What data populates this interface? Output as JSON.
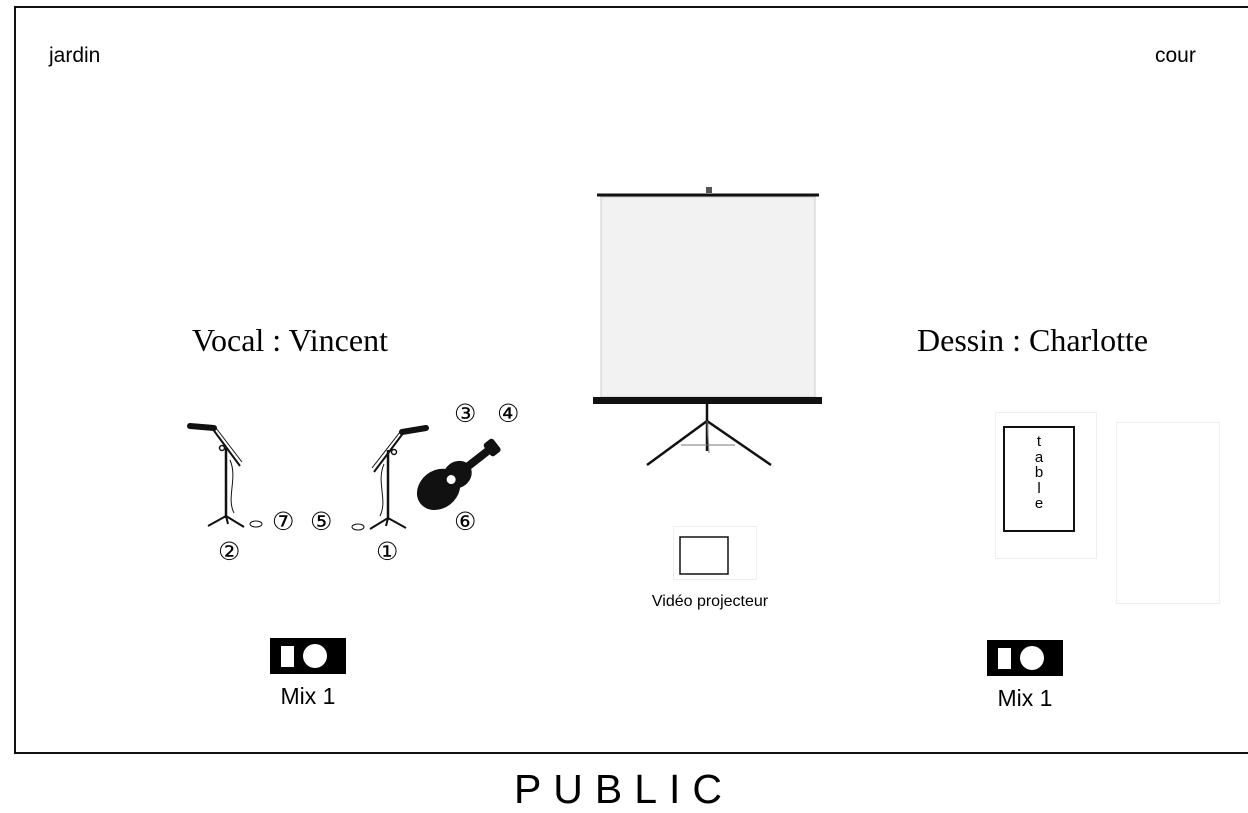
{
  "stage": {
    "left_label": "jardin",
    "right_label": "cour"
  },
  "performers": {
    "vocal": "Vocal : Vincent",
    "drawing": "Dessin : Charlotte"
  },
  "inputs": {
    "n1": "①",
    "n2": "②",
    "n3": "③",
    "n4": "④",
    "n5": "⑤",
    "n6": "⑥",
    "n7": "⑦"
  },
  "table": {
    "letters": [
      "t",
      "a",
      "b",
      "l",
      "e"
    ]
  },
  "projector": {
    "label": "Vidéo projecteur"
  },
  "monitors": {
    "left_label": "Mix 1",
    "right_label": "Mix 1"
  },
  "audience": {
    "label": "PUBLIC"
  },
  "icons": [
    "microphone-stand-icon",
    "guitar-icon",
    "projection-screen-icon",
    "video-projector-icon",
    "monitor-wedge-icon"
  ]
}
